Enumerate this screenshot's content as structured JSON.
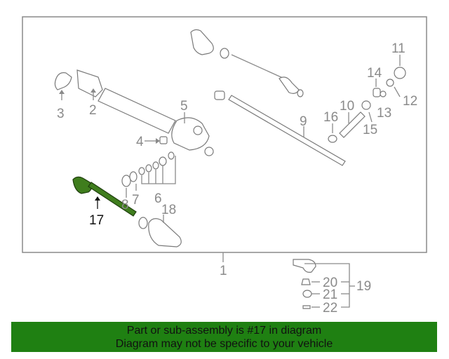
{
  "diagram": {
    "callouts": {
      "c1": "1",
      "c2": "2",
      "c3": "3",
      "c4": "4",
      "c5": "5",
      "c6": "6",
      "c7": "7",
      "c8": "8",
      "c9": "9",
      "c10": "10",
      "c11": "11",
      "c12": "12",
      "c13": "13",
      "c14": "14",
      "c15": "15",
      "c16": "16",
      "c17": "17",
      "c18": "18",
      "c19": "19",
      "c20": "20",
      "c21": "21",
      "c22": "22"
    },
    "highlighted_part": "17"
  },
  "banner": {
    "line1": "Part or sub-assembly is #17 in diagram",
    "line2": "Diagram may not be specific to your vehicle"
  },
  "colors": {
    "banner_bg": "#1f8012",
    "highlight_part": "#3f7d1d",
    "line_gray": "#8a8a8a"
  }
}
